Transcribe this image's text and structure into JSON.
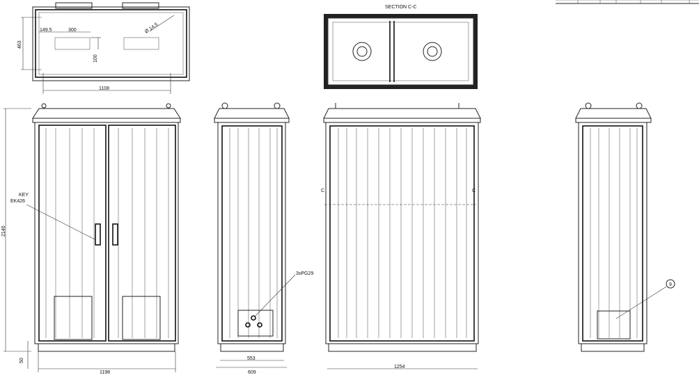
{
  "plan_view": {
    "dim_offset": "149.5",
    "dim_cutout_width": "300",
    "dim_hole": "Ø 14.5",
    "dim_depth": "463",
    "dim_cutout_height": "100",
    "dim_width": "1108"
  },
  "section": {
    "title": "SECTION C-C"
  },
  "front_view": {
    "key_label": "KEY",
    "key_code": "EK426",
    "dim_height": "2140",
    "dim_base": "50",
    "dim_width": "1198"
  },
  "side_view": {
    "gland_label": "3xPG29",
    "dim_inner": "553",
    "dim_outer": "609"
  },
  "rear_view": {
    "section_mark_left": "C",
    "section_mark_right": "C",
    "dim_width": "1254"
  },
  "right_view": {
    "callout": "9"
  }
}
